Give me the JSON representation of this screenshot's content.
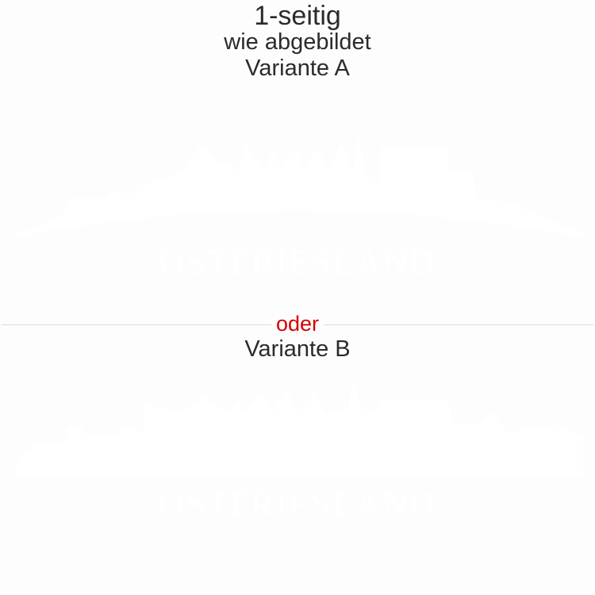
{
  "header": {
    "title": "1-seitig",
    "subtitle": "wie abgebildet",
    "variant_a_label": "Variante A"
  },
  "separator": {
    "label": "oder",
    "label_color": "#d40000"
  },
  "variant_b": {
    "label": "Variante B"
  },
  "watermark": {
    "text": "OSTFRIESLAND",
    "icon": "skyline-icon",
    "color": "#ffffff",
    "background": "#fdfdfd"
  },
  "colors": {
    "text": "#2b2b2b",
    "divider": "#dcdcdc"
  }
}
